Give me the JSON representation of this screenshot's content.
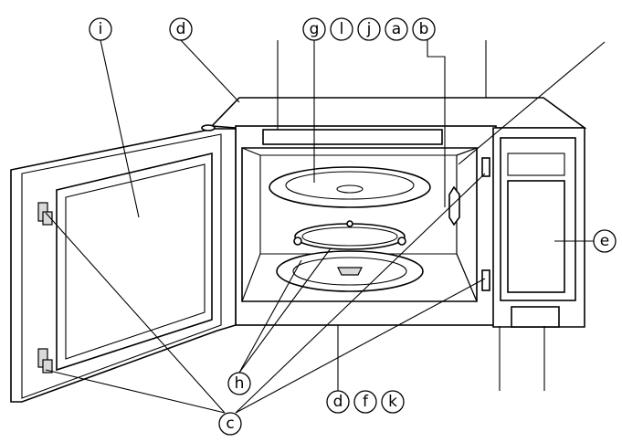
{
  "callouts": {
    "i": "i",
    "d_top": "d",
    "g": "g",
    "l": "l",
    "j": "j",
    "a": "a",
    "b": "b",
    "e": "e",
    "h": "h",
    "d_bottom": "d",
    "f": "f",
    "k": "k",
    "c": "c"
  }
}
